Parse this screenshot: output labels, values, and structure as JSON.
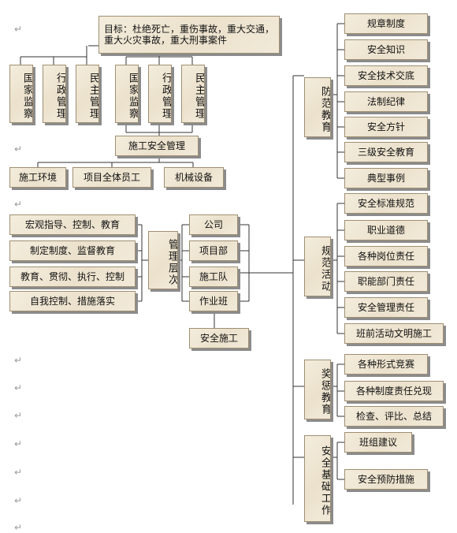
{
  "goal": {
    "line1": "目标：杜绝死亡，重伤事故，重大交通，",
    "line2": "重大火灾事故，重大刑事案件"
  },
  "top_left": [
    "国家监察",
    "行政管理",
    "民主管理"
  ],
  "top_mid": [
    "国家监察",
    "行政管理",
    "民主管理"
  ],
  "construction_safety": "施工安全管理",
  "bottom_row": [
    "施工环境",
    "项目全体员工",
    "机械设备"
  ],
  "left_list": [
    "宏观指导、控制、教育",
    "制定制度、监督教育",
    "教育、贯彻、执行、控制",
    "自我控制、措施落实"
  ],
  "management_level": "管理层次",
  "org_levels": [
    "公司",
    "项目部",
    "施工队",
    "作业班"
  ],
  "safe_construction": "安全施工",
  "categories": {
    "prevention_education": {
      "label": "防范教育",
      "items": [
        "规章制度",
        "安全知识",
        "安全技术交底",
        "法制纪律",
        "安全方针",
        "三级安全教育",
        "典型事例"
      ]
    },
    "standard_activity": {
      "label": "规范活动",
      "items": [
        "安全标准规范",
        "职业道德",
        "各种岗位责任",
        "职能部门责任",
        "安全管理责任",
        "班前活动文明施工"
      ]
    },
    "reward_punish": {
      "label": "奖惩教育",
      "items": [
        "各种形式竞赛",
        "各种制度责任兑现",
        "检查、评比、总结"
      ]
    },
    "safety_foundation": {
      "label": "安全基础工作",
      "items": [
        "班组建议",
        "安全预防措施"
      ]
    }
  },
  "paragraph_mark": "↵"
}
